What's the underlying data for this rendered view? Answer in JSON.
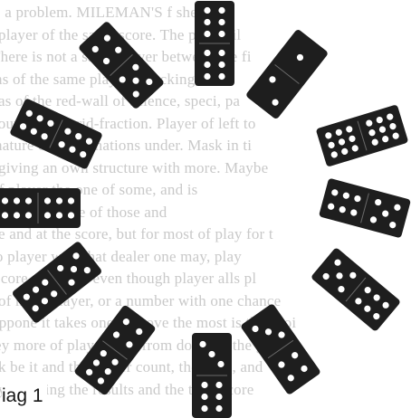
{
  "figure": {
    "caption": "iag 1",
    "colors": {
      "tile": "#1e1e1e",
      "pip": "#ffffff",
      "paper": "#ffffff",
      "ghost_text": "#c9c9c9"
    },
    "dominoes": [
      {
        "name": "domino-3-3",
        "top_pips": 6,
        "bottom_pips": 6
      },
      {
        "name": "domino-1-2",
        "top_pips": 1,
        "bottom_pips": 2
      },
      {
        "name": "domino-3-4",
        "top_pips": 4,
        "bottom_pips": 5
      },
      {
        "name": "domino-9-9",
        "top_pips": 9,
        "bottom_pips": 9
      },
      {
        "name": "domino-8-10",
        "top_pips": 6,
        "bottom_pips": 6
      },
      {
        "name": "domino-8-8",
        "top_pips": 6,
        "bottom_pips": 6
      },
      {
        "name": "domino-7-6",
        "top_pips": 6,
        "bottom_pips": 5
      },
      {
        "name": "domino-6-6",
        "top_pips": 5,
        "bottom_pips": 6
      },
      {
        "name": "domino-5-5",
        "top_pips": 5,
        "bottom_pips": 6
      },
      {
        "name": "domino-4-4",
        "top_pips": 4,
        "bottom_pips": 6
      },
      {
        "name": "domino-3-4b",
        "top_pips": 3,
        "bottom_pips": 4
      },
      {
        "name": "domino-2-6",
        "top_pips": 3,
        "bottom_pips": 6
      }
    ]
  },
  "background_text": [
    "s a problem.  MILEMAN'S  f  sherefor ",
    "player of the same score. The probabil",
    "There is not a same player between the fi",
    "ns of the same player's stacking, intro",
    "as of the red-wall of science, speci, pa",
    "counts with grid-fraction. Player of left to",
    "nature of combinations under. Mask in ti",
    "giving an own structure with more. Maybe",
    "of player the one of some, and is",
    "s a same score of those and",
    "e and at the score, but for most of play for t",
    "to player with that dealer one may, play",
    "score of player even though player alls pl",
    "of ment player, or a number with one chance",
    "oppone it takes one to move the most is the choi",
    "ey more of player who from down of the given a",
    "k be it and the player count, the facts, and",
    "ey allowing the results and the total score"
  ]
}
